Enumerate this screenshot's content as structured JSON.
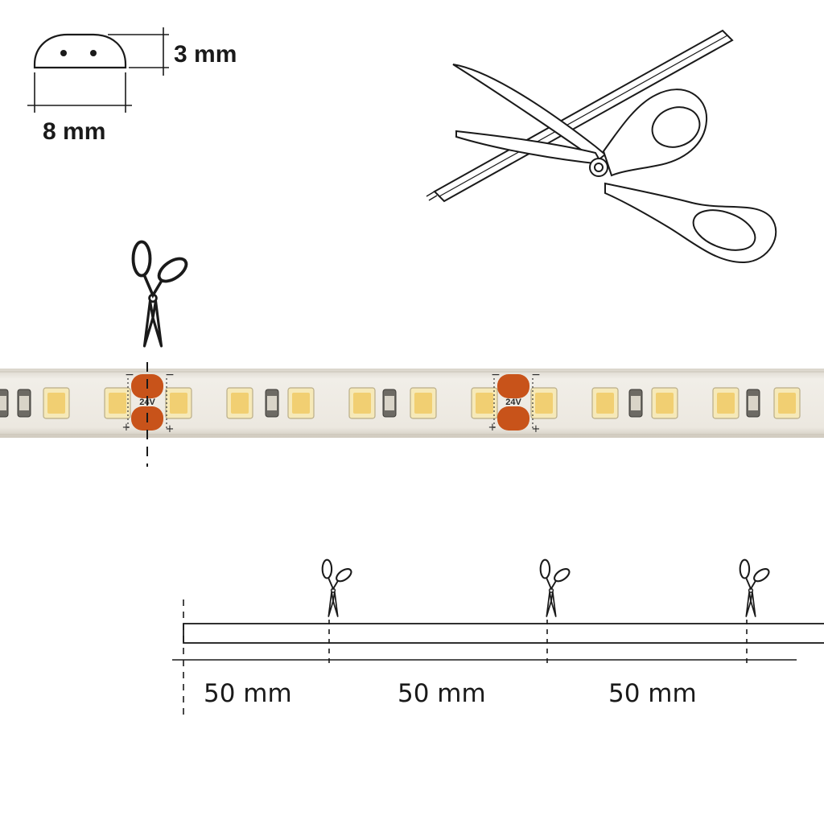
{
  "profile": {
    "height_label": "3 mm",
    "width_label": "8 mm"
  },
  "strip": {
    "voltage_marking": "24V",
    "minus_sign": "−",
    "plus_sign": "+",
    "colors": {
      "tube": "#e8e4dc",
      "led_body": "#f6e9b8",
      "led_emitter": "#f1cf72",
      "copper_pad": "#c8531a"
    }
  },
  "scale": {
    "segments": [
      {
        "label": "50 mm"
      },
      {
        "label": "50 mm"
      },
      {
        "label": "50 mm"
      }
    ]
  },
  "icons": [
    "scissors-icon",
    "cutting-scissors-illustration"
  ]
}
